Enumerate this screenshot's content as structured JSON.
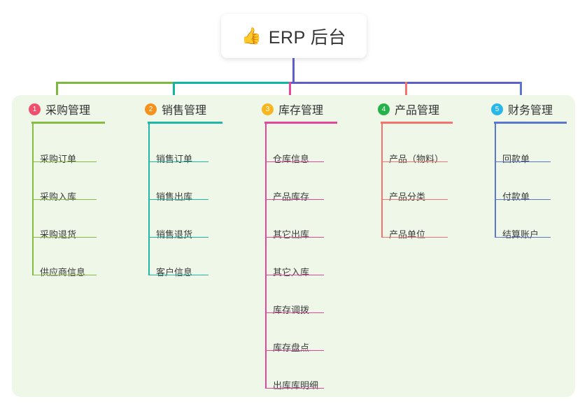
{
  "diagram": {
    "type": "tree-mindmap",
    "root": {
      "icon": "thumbs-up-icon",
      "emoji": "👍",
      "title": "ERP 后台"
    },
    "panel_background": "#eef7e8",
    "branches": [
      {
        "index": "1",
        "title": "采购管理",
        "badge_color": "#f0506e",
        "line_color": "#86bc42",
        "connector_color": "#7eb93f",
        "items": [
          "采购订单",
          "采购入库",
          "采购退货",
          "供应商信息"
        ]
      },
      {
        "index": "2",
        "title": "销售管理",
        "badge_color": "#f5921e",
        "line_color": "#1fb8a6",
        "connector_color": "#10b5a3",
        "items": [
          "销售订单",
          "销售出库",
          "销售退货",
          "客户信息"
        ]
      },
      {
        "index": "3",
        "title": "库存管理",
        "badge_color": "#f8b620",
        "line_color": "#e6479b",
        "connector_color": "#e6479b",
        "items": [
          "仓库信息",
          "产品库存",
          "其它出库",
          "其它入库",
          "库存调拨",
          "库存盘点",
          "出库库明细"
        ]
      },
      {
        "index": "4",
        "title": "产品管理",
        "badge_color": "#25b24b",
        "line_color": "#f4736f",
        "connector_color": "#f4736f",
        "items": [
          "产品（物料）",
          "产品分类",
          "产品单位"
        ]
      },
      {
        "index": "5",
        "title": "财务管理",
        "badge_color": "#29b6e8",
        "line_color": "#5b76cf",
        "connector_color": "#5b76cf",
        "items": [
          "回款单",
          "付款单",
          "结算账户"
        ]
      }
    ],
    "bus_segments": [
      {
        "color": "#7eb93f"
      },
      {
        "color": "#10b5a3"
      },
      {
        "color": "#5b5fc7"
      }
    ],
    "root_stem_color": "#5b5fc7"
  }
}
